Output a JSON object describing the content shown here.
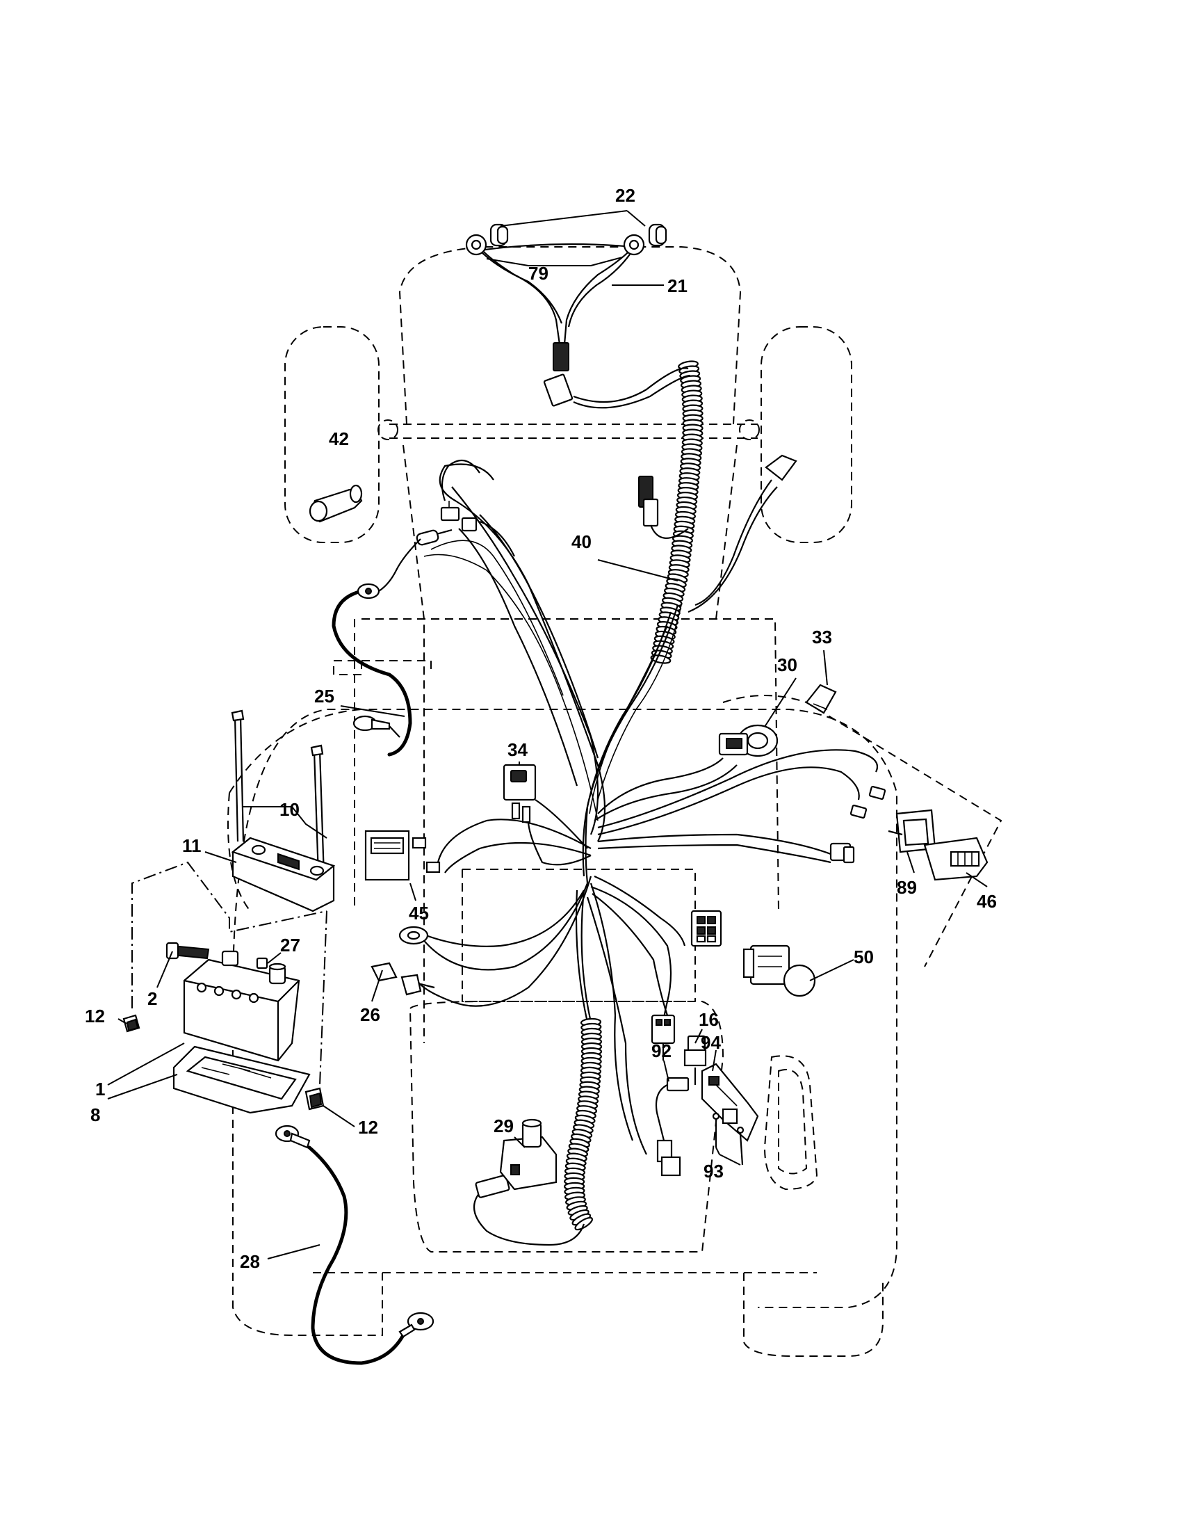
{
  "diagram": {
    "callouts": [
      {
        "id": "22",
        "text": "22"
      },
      {
        "id": "79",
        "text": "79"
      },
      {
        "id": "21",
        "text": "21"
      },
      {
        "id": "42",
        "text": "42"
      },
      {
        "id": "40",
        "text": "40"
      },
      {
        "id": "25",
        "text": "25"
      },
      {
        "id": "33",
        "text": "33"
      },
      {
        "id": "30",
        "text": "30"
      },
      {
        "id": "34",
        "text": "34"
      },
      {
        "id": "10",
        "text": "10"
      },
      {
        "id": "11",
        "text": "11"
      },
      {
        "id": "45",
        "text": "45"
      },
      {
        "id": "89",
        "text": "89"
      },
      {
        "id": "46",
        "text": "46"
      },
      {
        "id": "27",
        "text": "27"
      },
      {
        "id": "50",
        "text": "50"
      },
      {
        "id": "12a",
        "text": "12"
      },
      {
        "id": "2",
        "text": "2"
      },
      {
        "id": "26",
        "text": "26"
      },
      {
        "id": "16",
        "text": "16"
      },
      {
        "id": "92",
        "text": "92"
      },
      {
        "id": "94",
        "text": "94"
      },
      {
        "id": "1",
        "text": "1"
      },
      {
        "id": "8",
        "text": "8"
      },
      {
        "id": "12b",
        "text": "12"
      },
      {
        "id": "29",
        "text": "29"
      },
      {
        "id": "93",
        "text": "93"
      },
      {
        "id": "28",
        "text": "28"
      }
    ]
  }
}
